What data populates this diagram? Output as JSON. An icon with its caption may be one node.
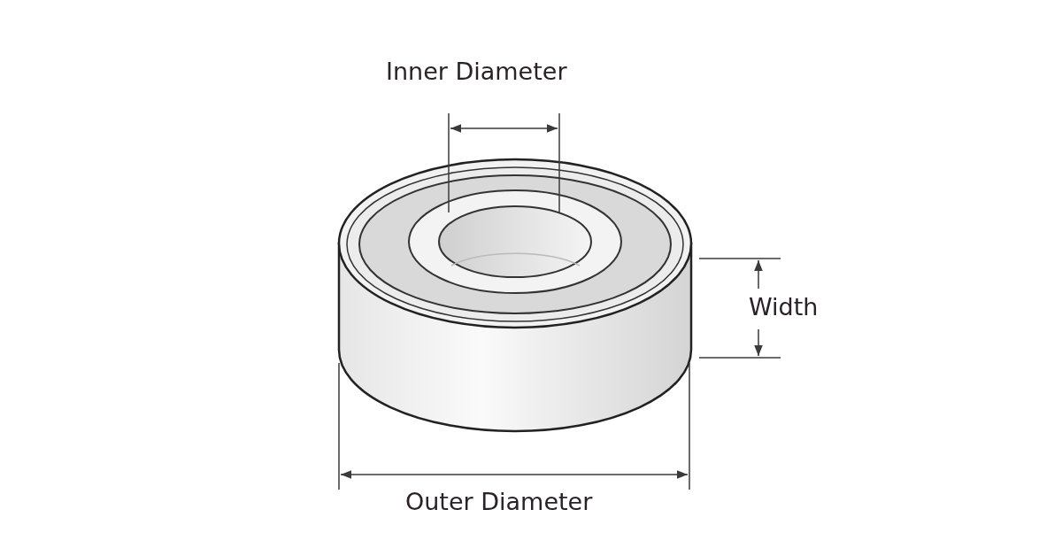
{
  "diagram": {
    "labels": [
      "Inner Diameter",
      "Width",
      "Outer Diameter"
    ]
  }
}
